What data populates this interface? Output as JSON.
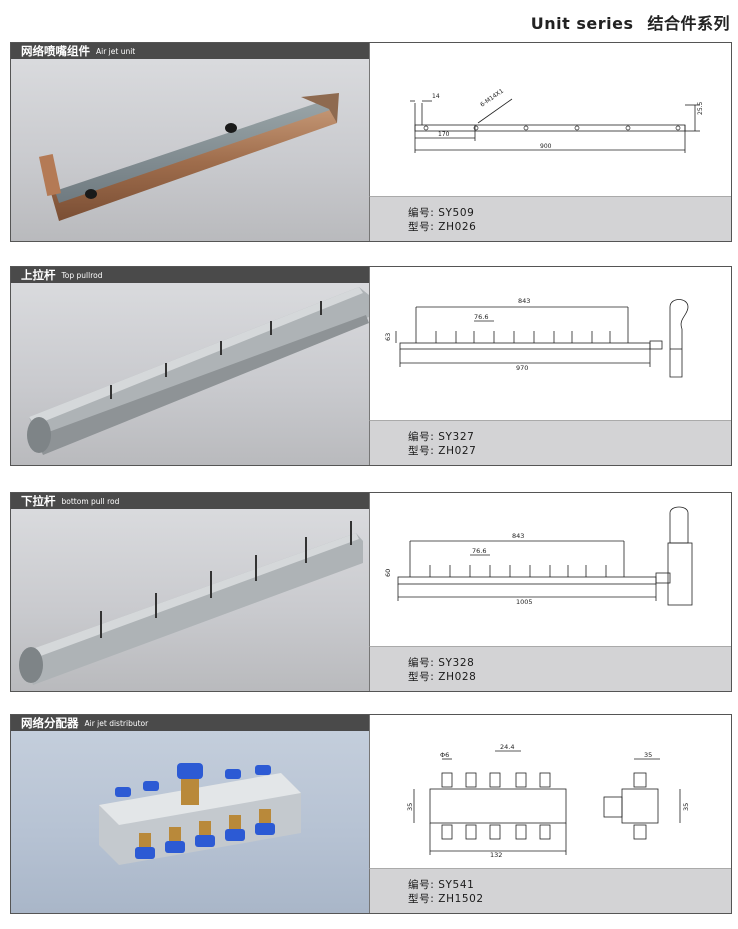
{
  "header": {
    "title_en": "Unit series",
    "title_cn": "结合件系列"
  },
  "sections": [
    {
      "title_cn": "网络喷嘴组件",
      "title_en": "Air jet unit",
      "code_label": "编号: SY509",
      "model_label": "型号: ZH026",
      "dims": {
        "d1": "14",
        "d2": "6-M14X1",
        "d3": "170",
        "d4": "900",
        "d5": "25.5"
      }
    },
    {
      "title_cn": "上拉杆",
      "title_en": "Top pullrod",
      "code_label": "编号: SY327",
      "model_label": "型号: ZH027",
      "dims": {
        "d1": "843",
        "d2": "76.6",
        "d3": "63",
        "d4": "970"
      }
    },
    {
      "title_cn": "下拉杆",
      "title_en": "bottom pull rod",
      "code_label": "编号: SY328",
      "model_label": "型号: ZH028",
      "dims": {
        "d1": "843",
        "d2": "76.6",
        "d3": "60",
        "d4": "1005"
      }
    },
    {
      "title_cn": "网络分配器",
      "title_en": "Air jet distributor",
      "code_label": "编号: SY541",
      "model_label": "型号: ZH1502",
      "dims": {
        "d1": "Φ6",
        "d2": "24.4",
        "d3": "35",
        "d4": "132",
        "d5": "35",
        "d6": "35"
      }
    }
  ]
}
